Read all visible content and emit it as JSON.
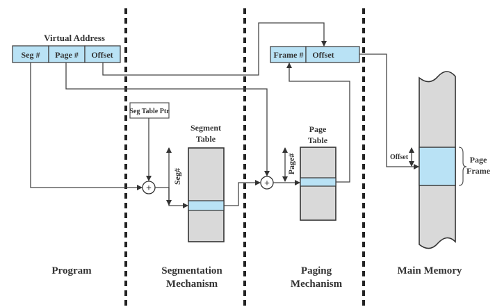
{
  "virtual_address": {
    "title": "Virtual Address",
    "fields": [
      "Seg #",
      "Page #",
      "Offset"
    ]
  },
  "seg_table_ptr": "Seg Table Ptr",
  "segment_table": {
    "title_line1": "Segment",
    "title_line2": "Table",
    "index_label": "Seg#"
  },
  "page_table": {
    "title_line1": "Page",
    "title_line2": "Table",
    "index_label": "Page#"
  },
  "physical_address": {
    "fields": [
      "Frame #",
      "Offset"
    ]
  },
  "main_memory": {
    "offset_label": "Offset",
    "frame_line1": "Page",
    "frame_line2": "Frame"
  },
  "adder_symbol": "+",
  "sections": {
    "program": "Program",
    "segmentation_line1": "Segmentation",
    "segmentation_line2": "Mechanism",
    "paging_line1": "Paging",
    "paging_line2": "Mechanism",
    "main_memory": "Main Memory"
  },
  "colors": {
    "highlight": "#b9e2f5",
    "table": "#d9d9d9"
  }
}
